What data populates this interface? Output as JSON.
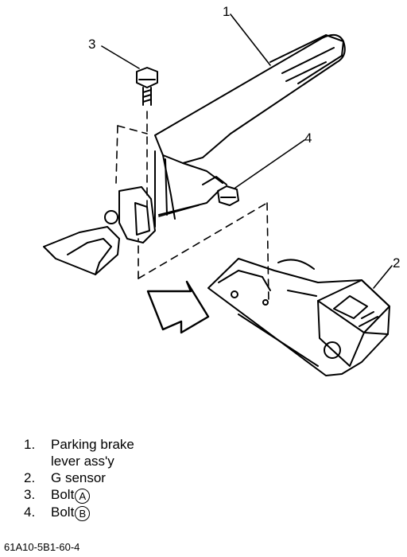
{
  "callouts": {
    "c1": "1",
    "c2": "2",
    "c3": "3",
    "c4": "4"
  },
  "legend": [
    {
      "num": "1.",
      "text": "Parking brake lever ass'y",
      "line1": "Parking brake",
      "line2": "lever ass'y"
    },
    {
      "num": "2.",
      "text": "G sensor"
    },
    {
      "num": "3.",
      "text": "Bolt",
      "circle": "A"
    },
    {
      "num": "4.",
      "text": "Bolt",
      "circle": "B"
    }
  ],
  "footer": "61A10-5B1-60-4"
}
